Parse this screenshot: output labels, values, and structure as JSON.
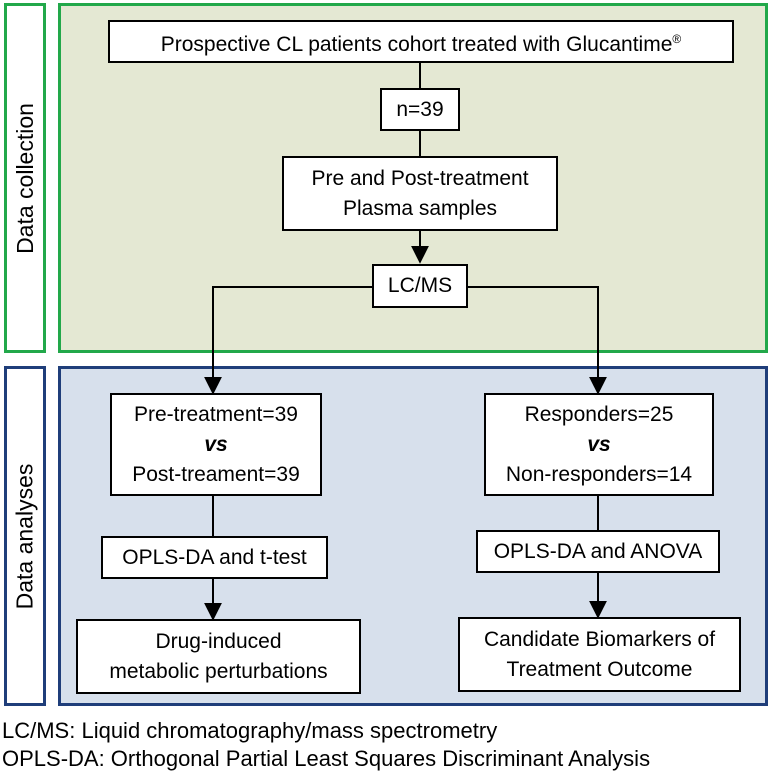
{
  "colors": {
    "collection_border": "#22a84a",
    "collection_fill": "#e4e8d3",
    "analyses_border": "#1f3e7a",
    "analyses_fill": "#d7e0ec"
  },
  "sections": {
    "collection_label": "Data collection",
    "analyses_label": "Data analyses"
  },
  "boxes": {
    "cohort": {
      "text": "Prospective CL patients cohort treated with Glucantime",
      "sup": "®"
    },
    "n": "n=39",
    "samples": [
      "Pre and Post-treatment",
      "Plasma samples"
    ],
    "lcms": "LC/MS",
    "pre_post": [
      "Pre-treatment=39",
      "vs",
      "Post-treament=39"
    ],
    "opls_ttest": "OPLS-DA and t-test",
    "drug": [
      "Drug-induced",
      "metabolic perturbations"
    ],
    "responders": [
      "Responders=25",
      "vs",
      "Non-responders=14"
    ],
    "opls_anova": "OPLS-DA and ANOVA",
    "biomarkers": [
      "Candidate Biomarkers of",
      "Treatment Outcome"
    ]
  },
  "legend": [
    "LC/MS: Liquid chromatography/mass spectrometry",
    "OPLS-DA: Orthogonal Partial Least Squares Discriminant Analysis"
  ]
}
